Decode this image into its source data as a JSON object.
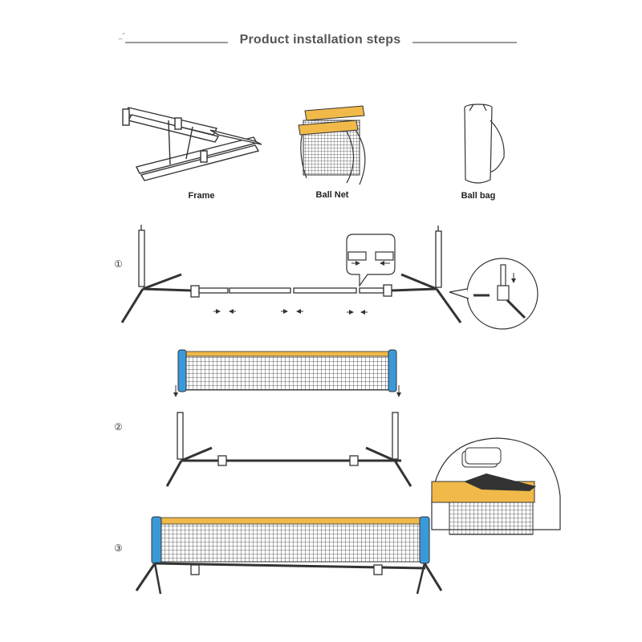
{
  "header": {
    "title": "Product installation steps",
    "fragment": "̲ ʻʼ"
  },
  "parts": [
    {
      "label": "Frame"
    },
    {
      "label": "Ball Net"
    },
    {
      "label": "Ball bag"
    }
  ],
  "steps": [
    {
      "marker": "①"
    },
    {
      "marker": "②"
    },
    {
      "marker": "③"
    }
  ],
  "colors": {
    "net_band": "#f0b94a",
    "net_post": "#3a9ad9",
    "line": "#333333",
    "background": "#ffffff"
  },
  "icons": [
    "frame-illustration",
    "ball-net-illustration",
    "ball-bag-illustration",
    "arrow-icon",
    "zoom-callout"
  ]
}
